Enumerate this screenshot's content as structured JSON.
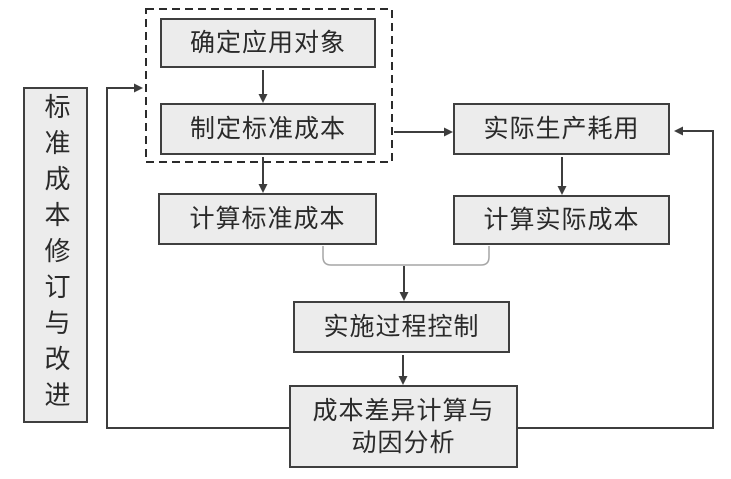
{
  "diagram": {
    "side_box": {
      "label": "标准成本修订与改进"
    },
    "nodes": {
      "determine_object": {
        "label": "确定应用对象"
      },
      "set_standard_cost": {
        "label": "制定标准成本"
      },
      "actual_consumption": {
        "label": "实际生产耗用"
      },
      "calc_standard_cost": {
        "label": "计算标准成本"
      },
      "calc_actual_cost": {
        "label": "计算实际成本"
      },
      "process_control": {
        "label": "实施过程控制"
      },
      "variance_analysis": {
        "label": "成本差异计算与\n动因分析"
      }
    },
    "groups": {
      "standard_cost_group": {
        "members": [
          "determine_object",
          "set_standard_cost"
        ],
        "style": "dashed"
      }
    },
    "edges": [
      {
        "from": "determine_object",
        "to": "set_standard_cost",
        "style": "arrow"
      },
      {
        "from": "set_standard_cost",
        "to": "calc_standard_cost",
        "style": "arrow"
      },
      {
        "from": "set_standard_cost",
        "to": "actual_consumption",
        "style": "arrow"
      },
      {
        "from": "actual_consumption",
        "to": "calc_actual_cost",
        "style": "arrow"
      },
      {
        "from": "calc_standard_cost",
        "to": "process_control",
        "style": "merge-arrow"
      },
      {
        "from": "calc_actual_cost",
        "to": "process_control",
        "style": "merge-arrow"
      },
      {
        "from": "process_control",
        "to": "variance_analysis",
        "style": "arrow"
      },
      {
        "from": "variance_analysis",
        "to": "standard_cost_group",
        "style": "feedback-arrow"
      },
      {
        "from": "variance_analysis",
        "to": "actual_consumption",
        "style": "feedback-arrow"
      }
    ],
    "colors": {
      "node_fill": "#ececec",
      "node_border": "#3f3f3f",
      "arrow": "#3d3d3d",
      "merge_connector": "#a6a6a6",
      "dashed_group_border": "#2b2b2b",
      "text": "#2a2a2a",
      "background": "#ffffff"
    }
  }
}
